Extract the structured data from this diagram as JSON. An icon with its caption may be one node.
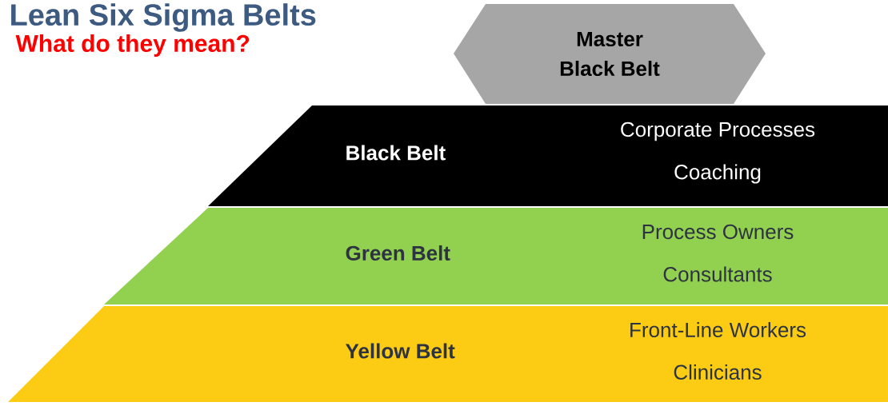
{
  "diagram": {
    "title": "Lean Six Sigma Belts",
    "nodes": [
      {
        "text": [
          "Master Black Belt"
        ]
      },
      {
        "text": [
          "Black Belt",
          "Corporate Processes",
          "Coaching"
        ]
      },
      {
        "text": [
          "Green Belt",
          "Process Owners",
          "Consultants"
        ]
      },
      {
        "text": [
          "Yellow Belt",
          "Front-Line Workers",
          "Clinicians"
        ]
      }
    ],
    "labels": [
      "What do they mean?"
    ]
  }
}
